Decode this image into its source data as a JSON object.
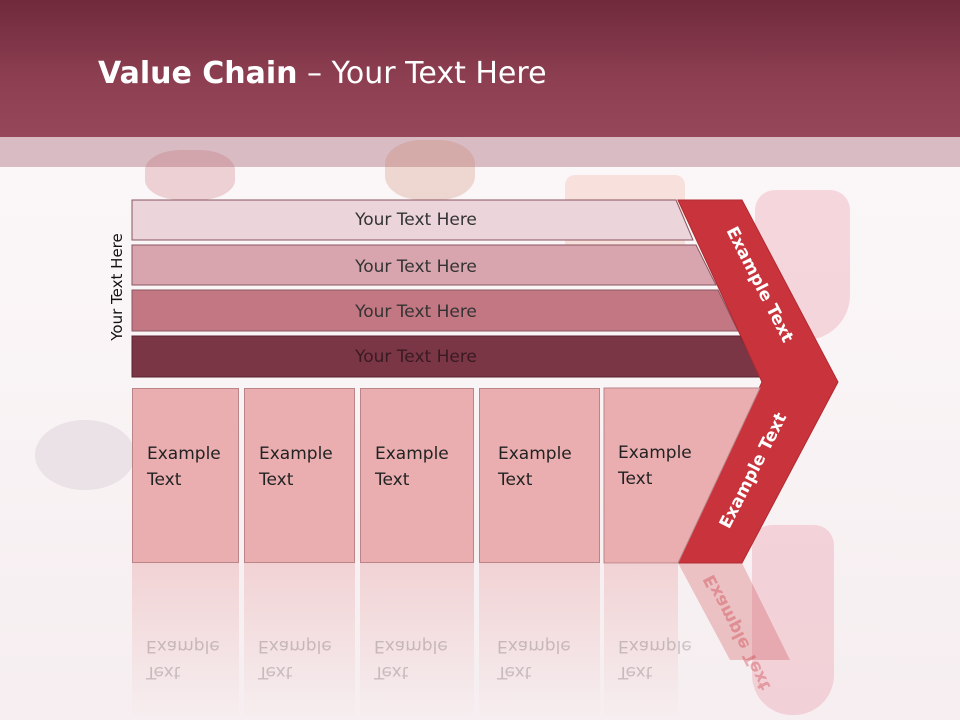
{
  "title": {
    "bold": "Value Chain",
    "rest": " – Your Text Here"
  },
  "side_label": "Your Text Here",
  "bars": [
    {
      "label": "Your Text Here",
      "color": "#ebd4da"
    },
    {
      "label": "Your Text Here",
      "color": "#d8a5af"
    },
    {
      "label": "Your Text Here",
      "color": "#c27783"
    },
    {
      "label": "Your Text Here",
      "color": "#7b3646"
    }
  ],
  "cards": [
    {
      "line1": "Example",
      "line2": "Text"
    },
    {
      "line1": "Example",
      "line2": "Text"
    },
    {
      "line1": "Example",
      "line2": "Text"
    },
    {
      "line1": "Example",
      "line2": "Text"
    },
    {
      "line1": "Example",
      "line2": "Text"
    }
  ],
  "arrow": {
    "upper": "Example Text",
    "lower": "Example Text",
    "color": "#c9333b"
  },
  "colors": {
    "header": "#8e4052",
    "card": "#eaaeb0"
  }
}
